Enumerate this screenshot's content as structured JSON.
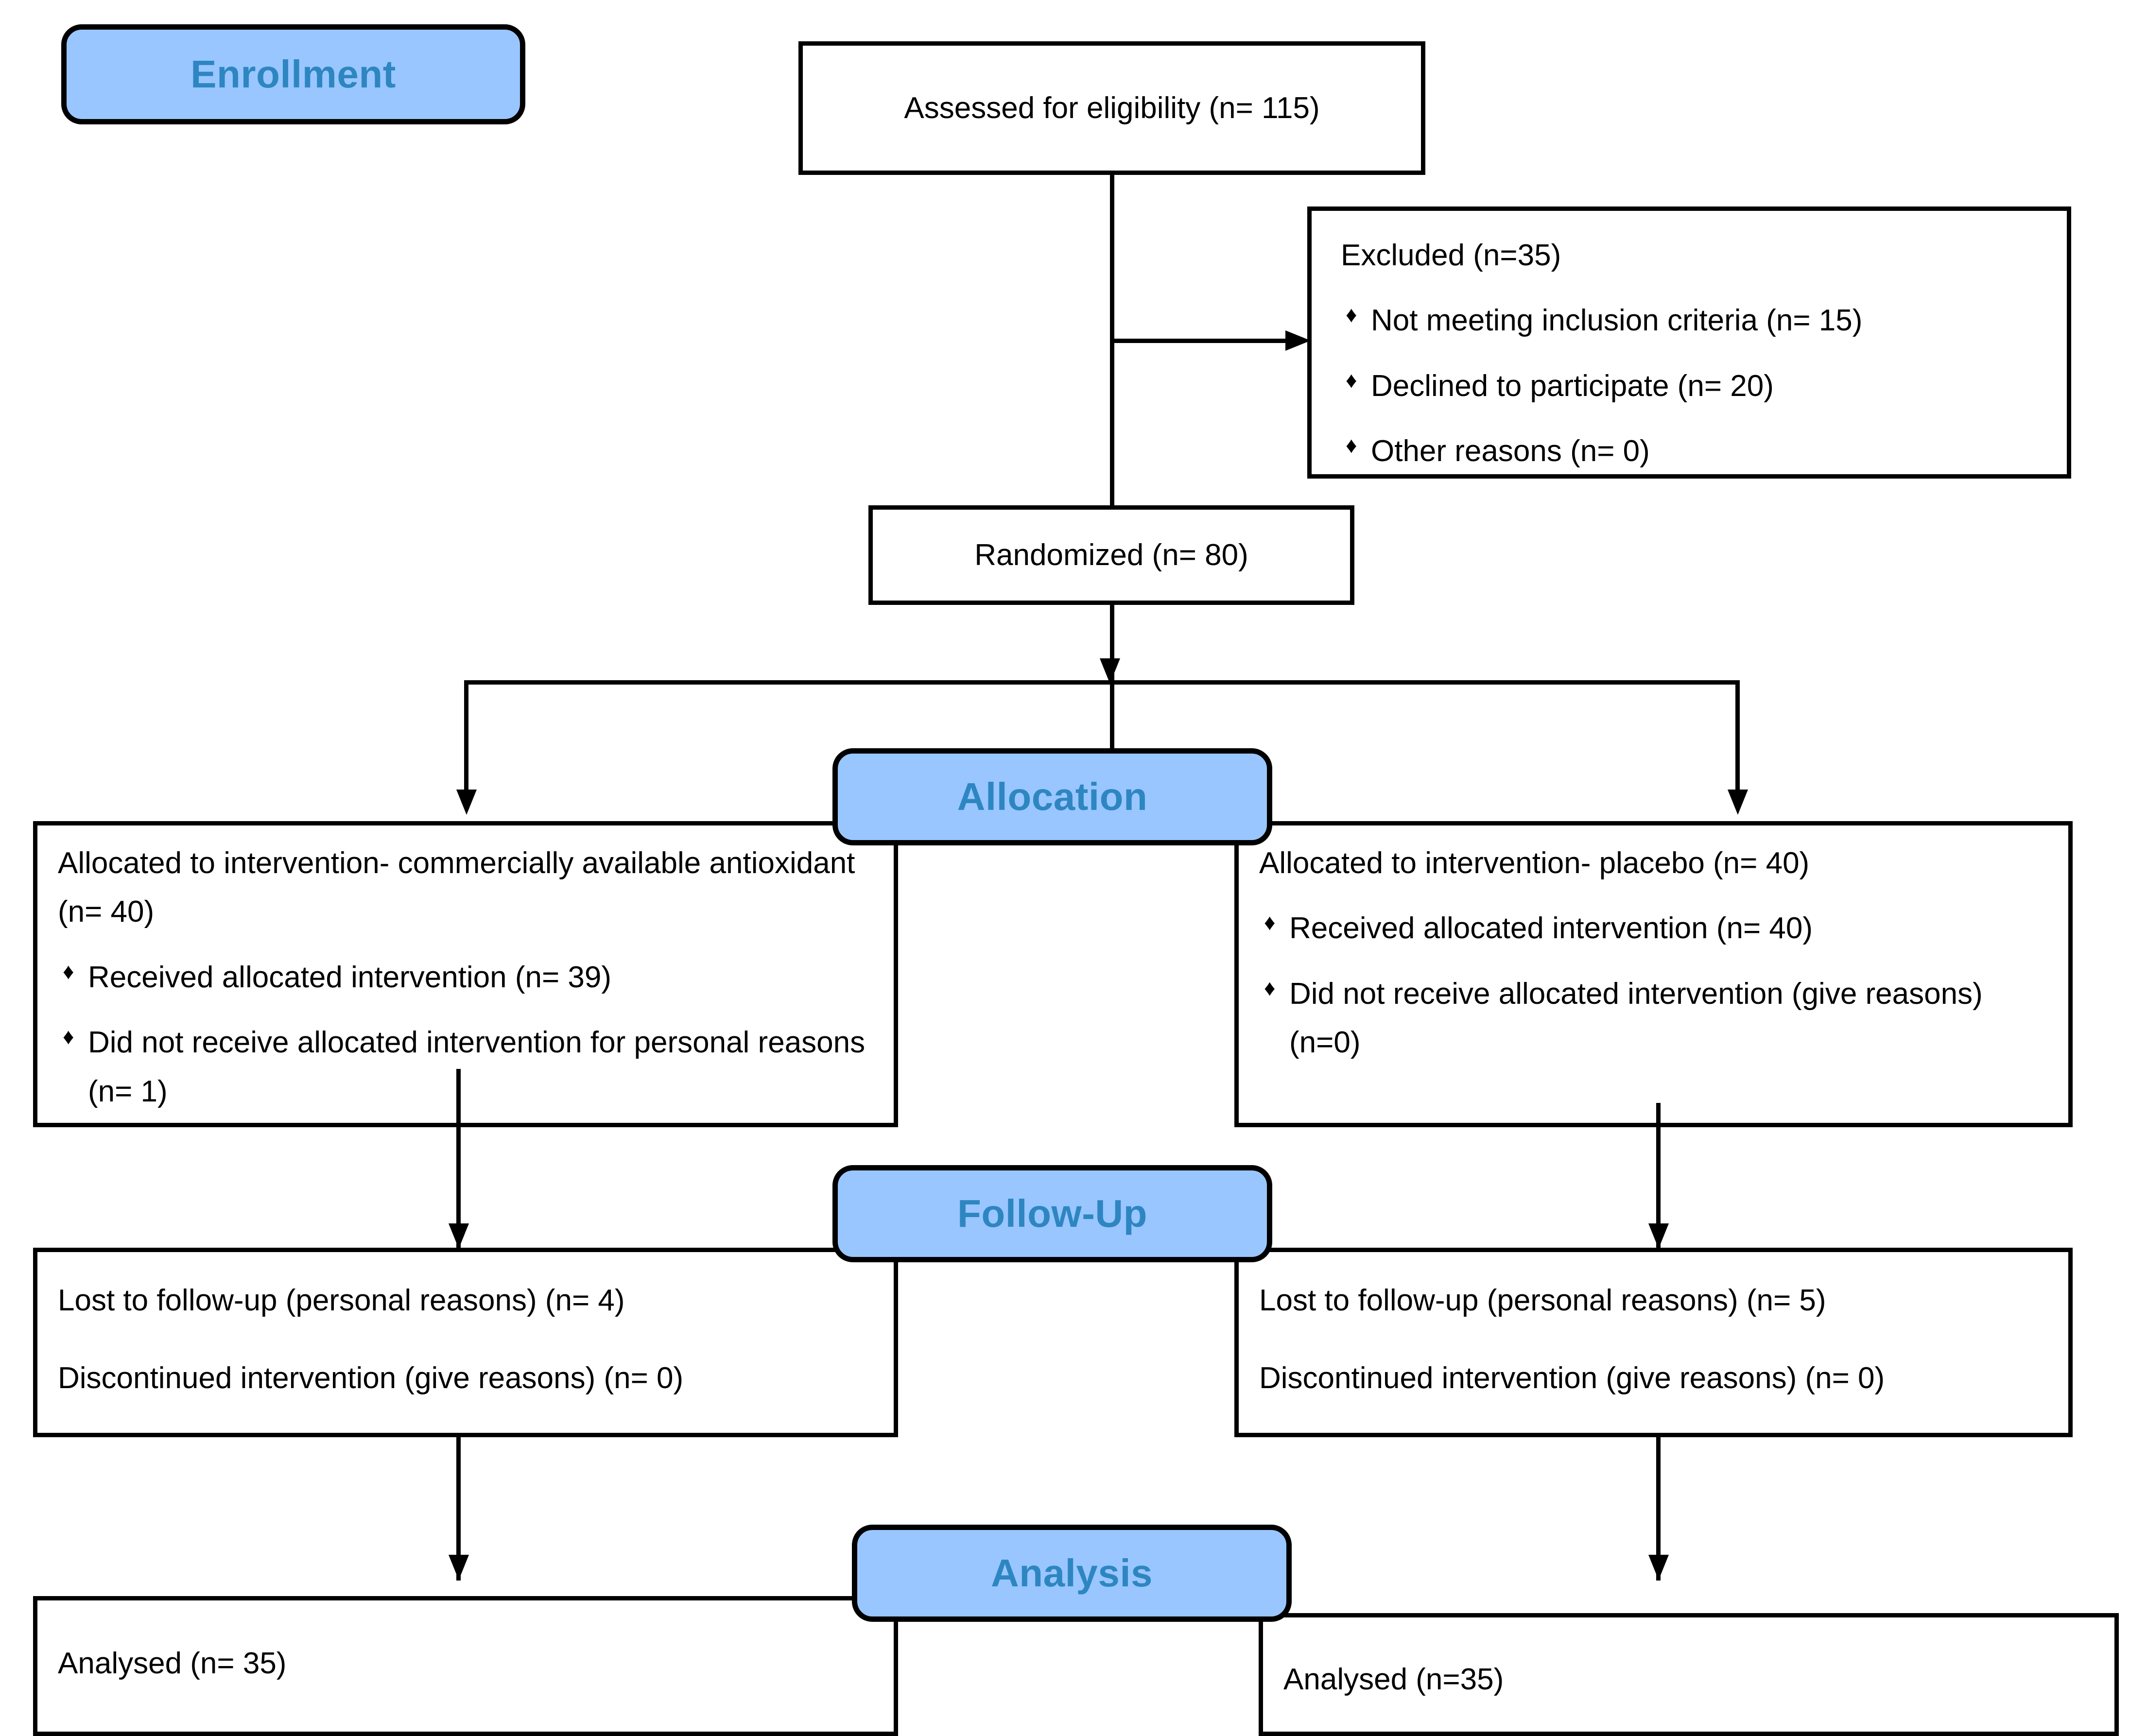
{
  "theme": {
    "band_fill": "#99c6ff",
    "band_text": "#2e86c1",
    "box_border": "#000000",
    "box_fill": "#ffffff",
    "page_bg": "#ffffff"
  },
  "diagram": {
    "type": "consort-flow-diagram",
    "bands": [
      {
        "id": "enrollment",
        "label": "Enrollment"
      },
      {
        "id": "allocation",
        "label": "Allocation"
      },
      {
        "id": "followup",
        "label": "Follow-Up"
      },
      {
        "id": "analysis",
        "label": "Analysis"
      }
    ],
    "enrollment": {
      "assessed": {
        "text": "Assessed for eligibility (n= 115)"
      },
      "excluded": {
        "heading": "Excluded (n=35)",
        "reasons": [
          "Not meeting inclusion criteria (n= 15)",
          "Declined to participate (n= 20)",
          "Other reasons (n= 0)"
        ]
      },
      "randomized": {
        "text": "Randomized (n= 80)"
      }
    },
    "allocation": {
      "left": {
        "heading": "Allocated to intervention- commercially available antioxidant (n= 40)",
        "items": [
          "Received allocated intervention (n= 39)",
          "Did not receive allocated intervention for personal reasons (n= 1)"
        ]
      },
      "right": {
        "heading": "Allocated to intervention- placebo (n= 40)",
        "items": [
          "Received allocated intervention (n= 40)",
          "Did not receive allocated intervention (give reasons) (n=0)"
        ]
      }
    },
    "followup": {
      "left": {
        "lines": [
          "Lost to follow-up (personal reasons) (n= 4)",
          "Discontinued intervention (give reasons) (n= 0)"
        ]
      },
      "right": {
        "lines": [
          "Lost to follow-up (personal reasons) (n= 5)",
          "Discontinued intervention (give reasons) (n= 0)"
        ]
      }
    },
    "analysis": {
      "left": {
        "text": "Analysed (n= 35)"
      },
      "right": {
        "text": "Analysed (n=35)"
      }
    }
  }
}
